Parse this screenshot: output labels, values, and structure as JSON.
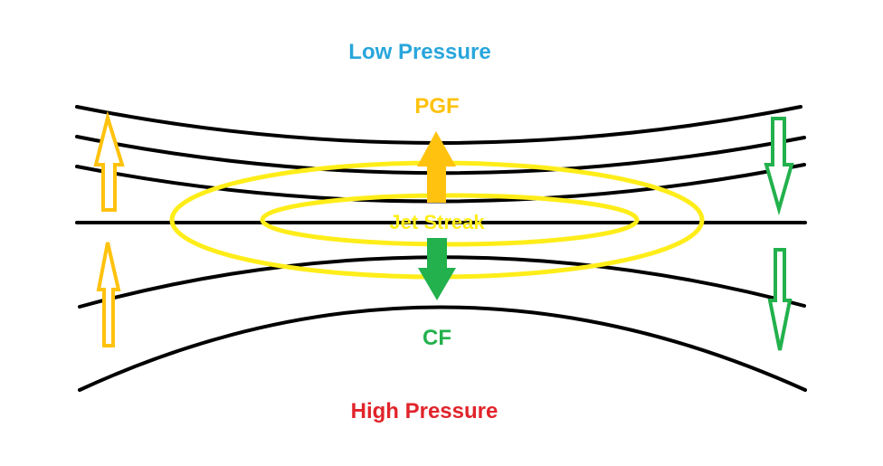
{
  "labels": {
    "low_pressure": "Low Pressure",
    "high_pressure": "High Pressure",
    "pgf": "PGF",
    "cf": "CF",
    "jet_streak": "Jet Streak"
  },
  "colors": {
    "background": "#ffffff",
    "isobar": "#000000",
    "low_pressure": "#29a6db",
    "high_pressure": "#e1242b",
    "pgf": "#ffc20e",
    "cf": "#22b14c",
    "jet_streak": "#ffed1a",
    "entrance_arrows": "#ffc20e",
    "exit_arrows": "#22b14c"
  }
}
